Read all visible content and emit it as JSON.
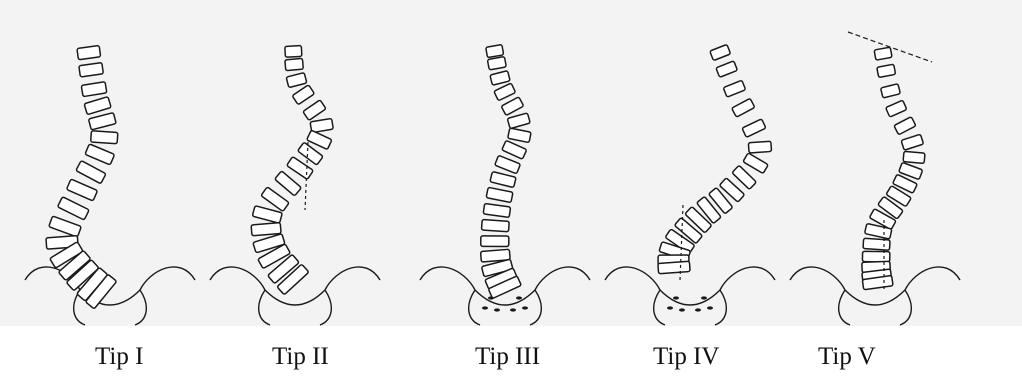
{
  "figure": {
    "types": [
      {
        "label": "Tip I"
      },
      {
        "label": "Tip II"
      },
      {
        "label": "Tip III"
      },
      {
        "label": "Tip IV"
      },
      {
        "label": "Tip V"
      }
    ],
    "colors": {
      "background": "#f3f3f3",
      "line": "#1a1a1a",
      "vertebra_fill": "#ffffff"
    }
  }
}
